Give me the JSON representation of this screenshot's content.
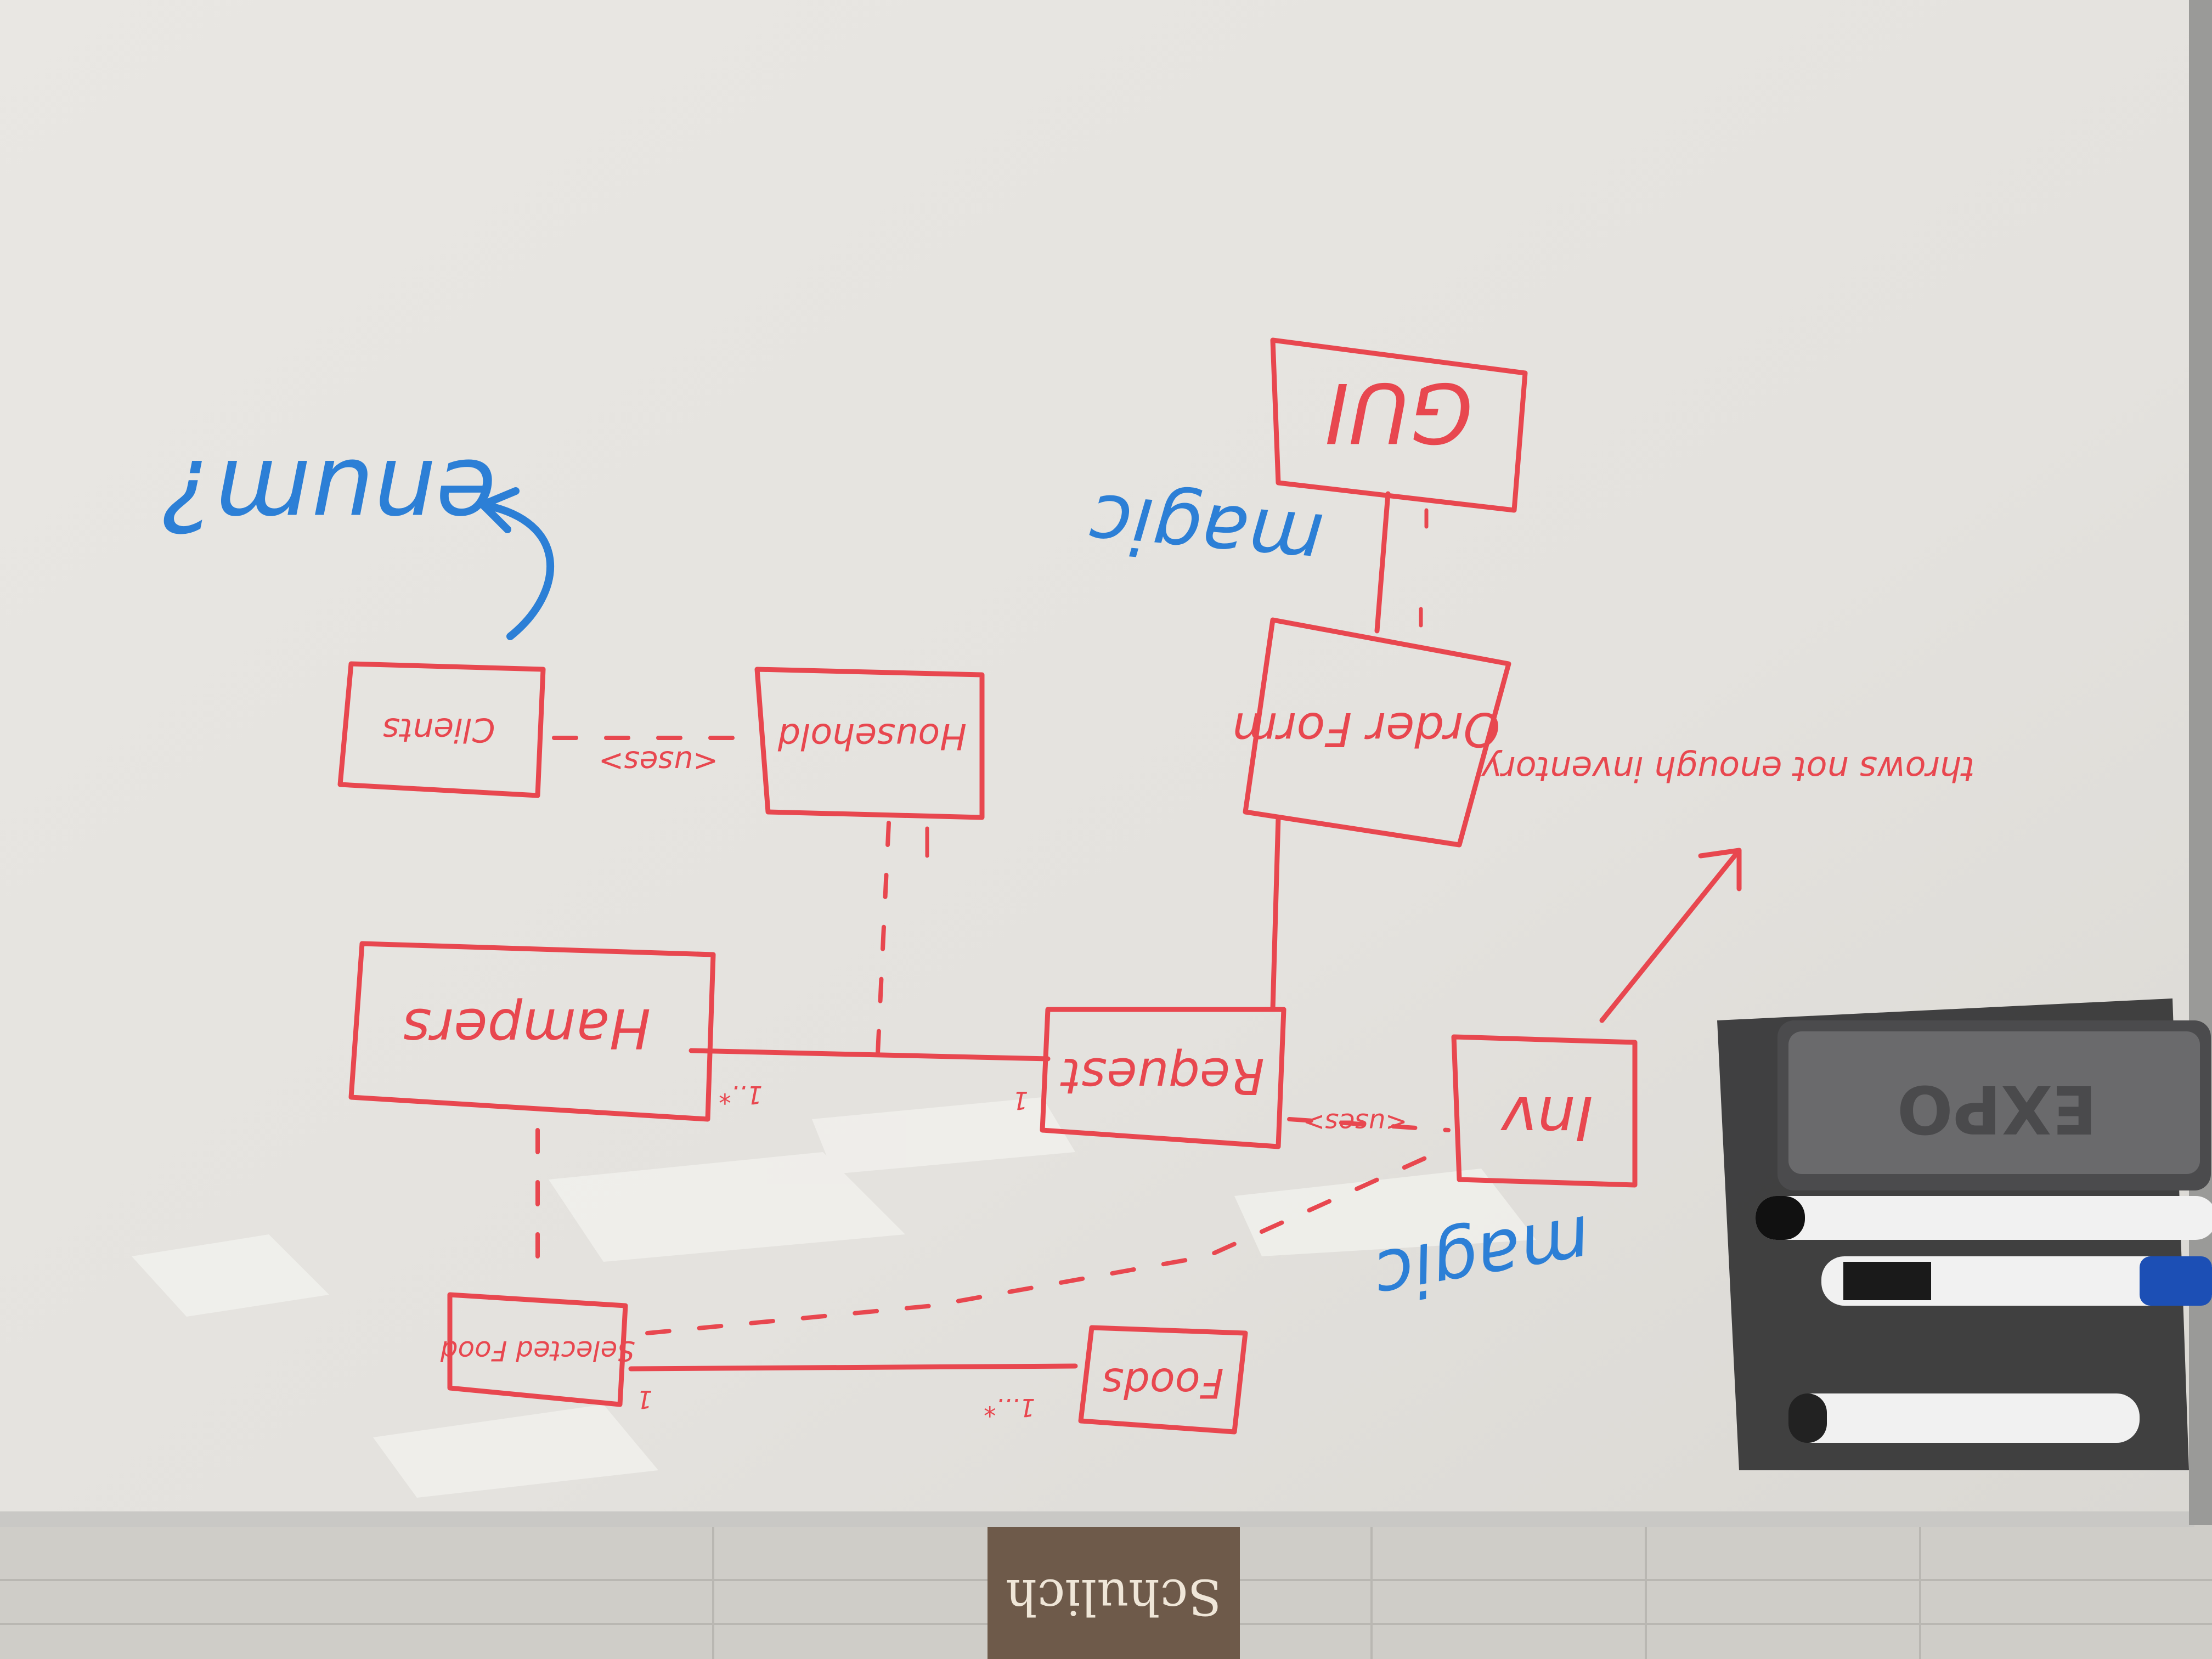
{
  "colors": {
    "board": "#e7e5e1",
    "marker_red": "#e8474f",
    "marker_blue": "#2c7fd6",
    "frame": "#d6d6d4",
    "eraser": "#5a5a5a",
    "wall": "#dcdad6"
  },
  "diagram": {
    "note": "Whiteboard UML sketch, photographed upside down",
    "boxes": {
      "gui": "GUI",
      "order_form": "Order Form",
      "clients": "Clients",
      "household": "Household",
      "hampers": "Hampers",
      "request": "Request",
      "inv": "Inv",
      "selected_food": "Selected Food",
      "foods": "Foods"
    },
    "relations": {
      "uses_clients_household": "<uses>",
      "uses_request_inv": "<uses>",
      "mult_hampers": "1..*",
      "mult_request": "1",
      "mult_selected_food": "1",
      "mult_foods": "1...*"
    },
    "annotations": {
      "enum": "enum?",
      "magic_top": "magic",
      "magic_bottom": "magic",
      "throws": "throws not enough inventory"
    }
  },
  "props": {
    "eraser_label": "EXPO",
    "sign_text": "Schulich"
  }
}
